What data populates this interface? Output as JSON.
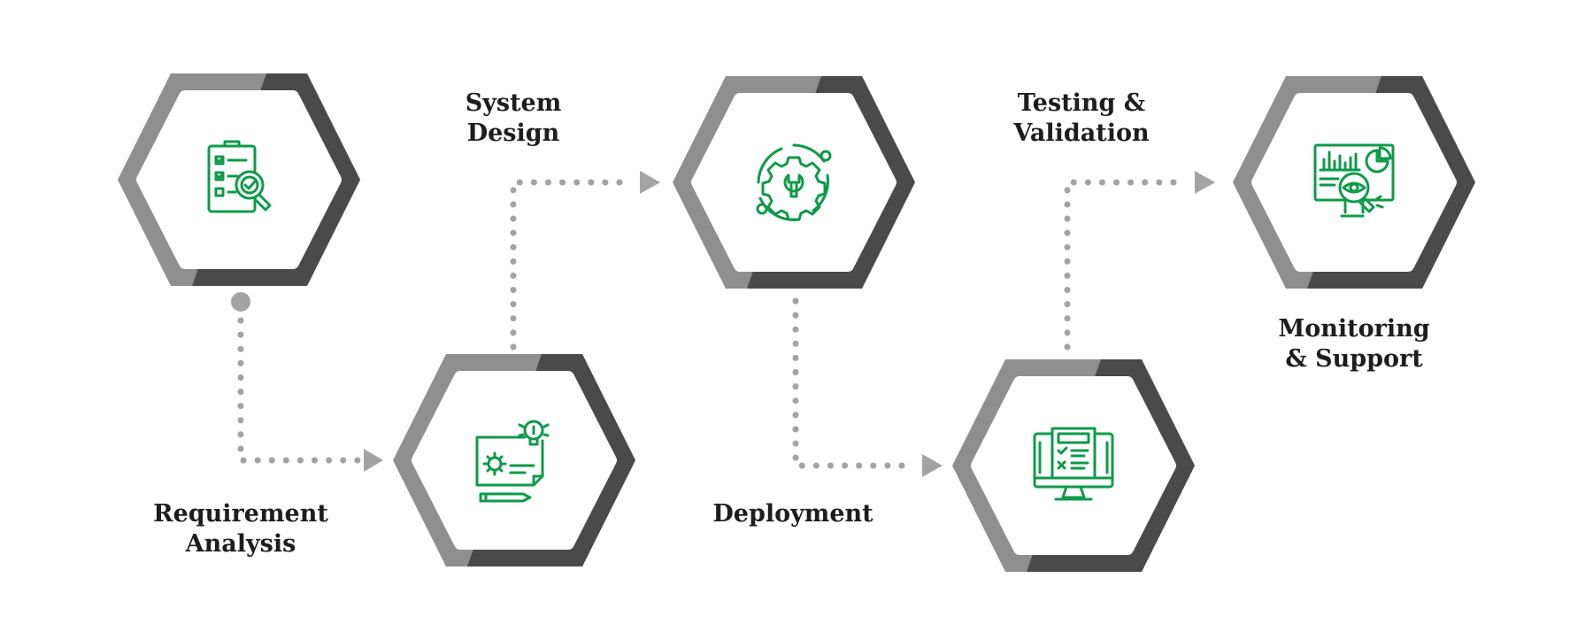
{
  "steps": [
    {
      "label_lines": [
        "Requirement",
        "Analysis"
      ],
      "icon": "checklist-magnifier-icon"
    },
    {
      "label_lines": [
        "System",
        "Design"
      ],
      "icon": "design-blueprint-icon"
    },
    {
      "label_lines": [
        "Deployment"
      ],
      "icon": "gear-wrench-icon"
    },
    {
      "label_lines": [
        "Testing &",
        "Validation"
      ],
      "icon": "monitor-checklist-icon"
    },
    {
      "label_lines": [
        "Monitoring",
        "& Support"
      ],
      "icon": "analytics-eye-icon"
    }
  ],
  "colors": {
    "hex_outer_light": "#8f8f8f",
    "hex_outer_dark": "#4a4a4a",
    "hex_inner": "#ffffff",
    "icon_green": "#0e9a4a",
    "connector_gray": "#a3a3a3",
    "text": "#1d1d1d"
  }
}
